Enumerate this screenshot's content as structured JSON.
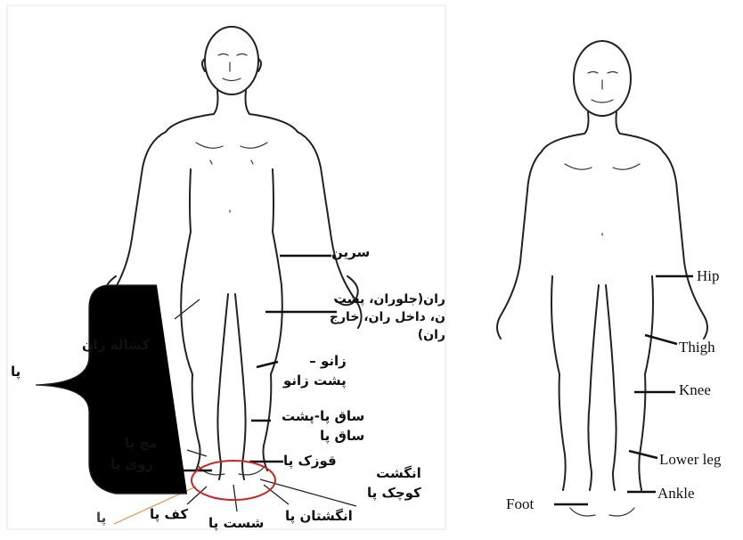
{
  "persian_figure": {
    "labels": {
      "hip": "سرین",
      "thigh": "ران(جلوران، پشت\nن، داخل ران، خارج\nران)",
      "groin": "کشاله ران",
      "leg": "پا",
      "knee": "زانو –\nپشت زانو",
      "lower_leg": "ساق پا-پشت\nساق پا",
      "ankle_wrist": "مچ پا",
      "top_of_foot": "روی پا",
      "ankle_bone": "قوزک پا",
      "little_toe": "انگشت\nکوچک پا",
      "foot": "پا",
      "sole": "کف پا",
      "big_toe": "شست پا",
      "toes": "انگشتان پا"
    },
    "colors": {
      "foot_highlight": "#c62828",
      "foot_pointer": "#e0a060"
    }
  },
  "english_figure": {
    "labels": {
      "hip": "Hip",
      "thigh": "Thigh",
      "knee": "Knee",
      "lower_leg": "Lower leg",
      "ankle": "Ankle",
      "foot": "Foot"
    }
  }
}
